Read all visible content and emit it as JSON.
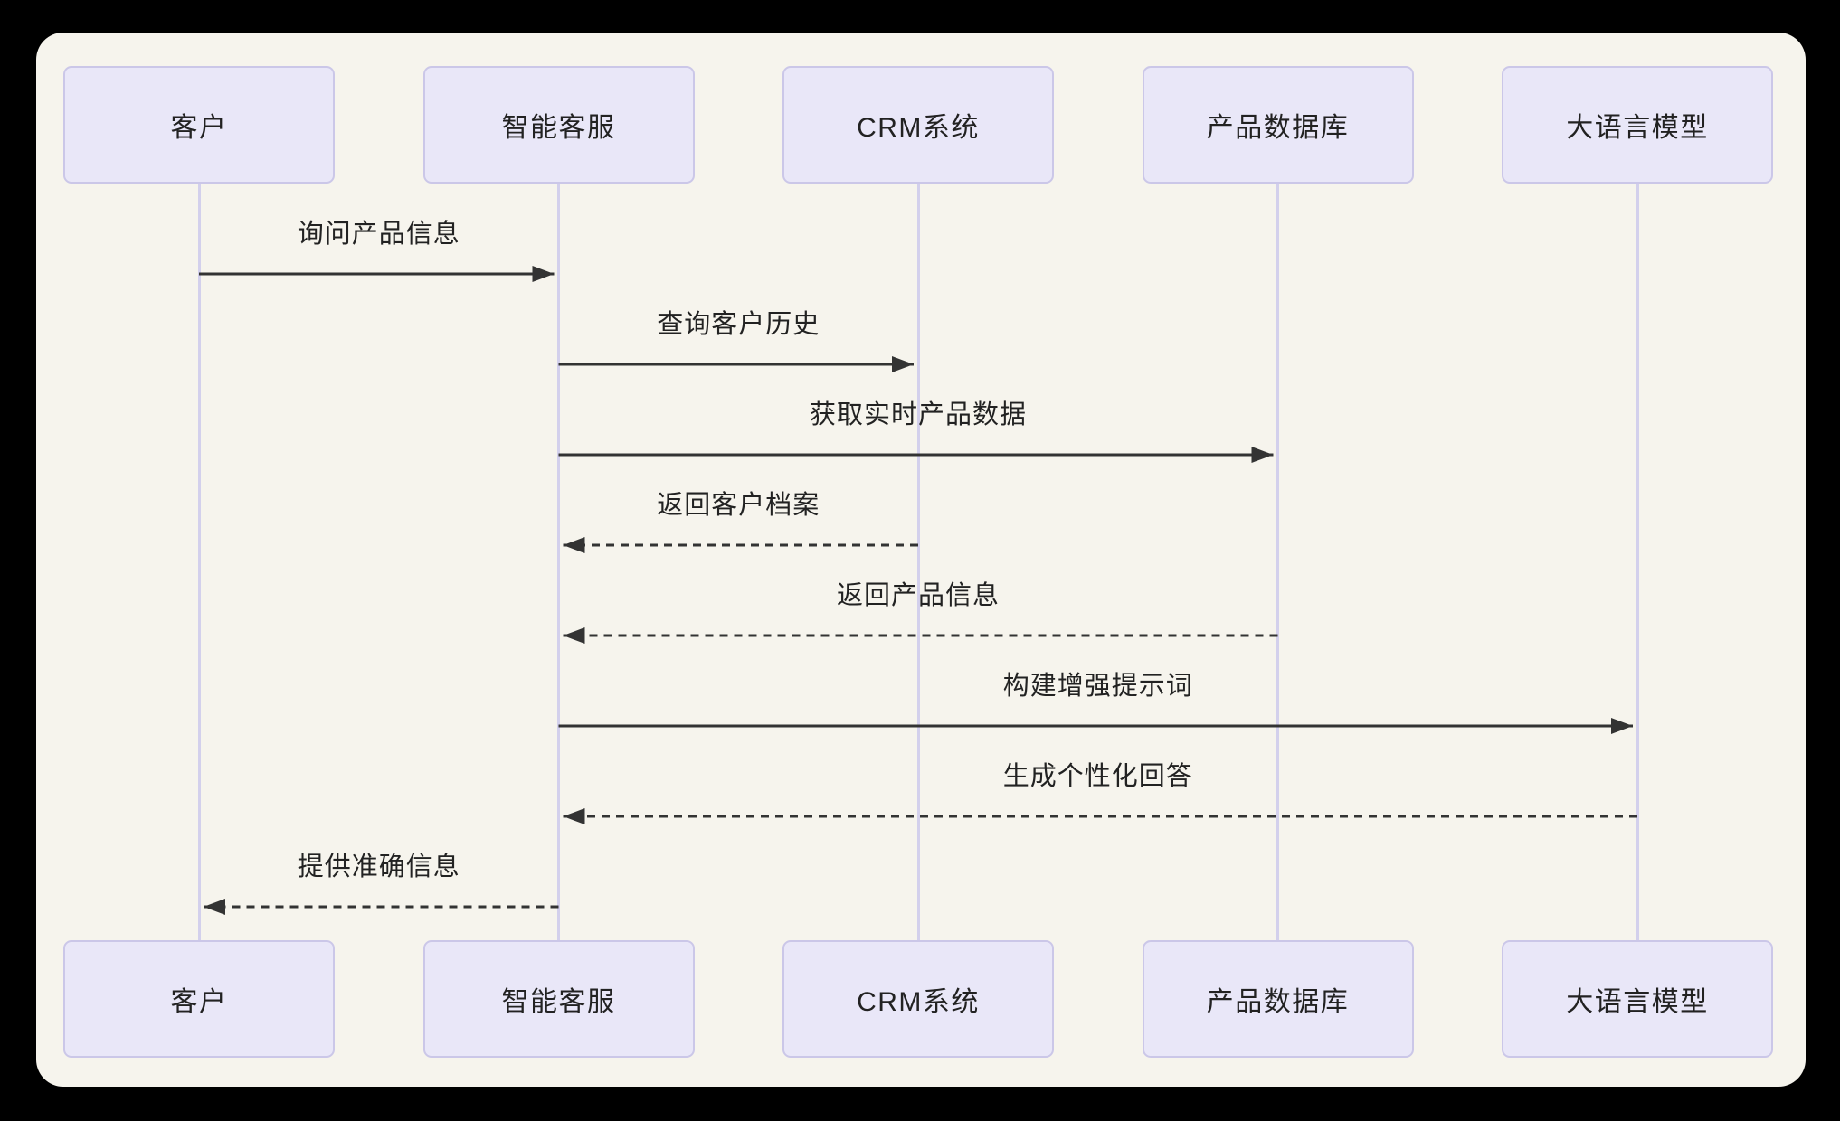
{
  "diagram": {
    "kind": "sequence-diagram",
    "actors": [
      {
        "id": "customer",
        "label": "客户"
      },
      {
        "id": "ai-agent",
        "label": "智能客服"
      },
      {
        "id": "crm-system",
        "label": "CRM系统"
      },
      {
        "id": "product-db",
        "label": "产品数据库"
      },
      {
        "id": "llm",
        "label": "大语言模型"
      }
    ],
    "messages": [
      {
        "text": "询问产品信息",
        "from": 0,
        "to": 1,
        "line": "solid"
      },
      {
        "text": "查询客户历史",
        "from": 1,
        "to": 2,
        "line": "solid"
      },
      {
        "text": "获取实时产品数据",
        "from": 1,
        "to": 3,
        "line": "solid"
      },
      {
        "text": "返回客户档案",
        "from": 2,
        "to": 1,
        "line": "dashed"
      },
      {
        "text": "返回产品信息",
        "from": 3,
        "to": 1,
        "line": "dashed"
      },
      {
        "text": "构建增强提示词",
        "from": 1,
        "to": 4,
        "line": "solid"
      },
      {
        "text": "生成个性化回答",
        "from": 4,
        "to": 1,
        "line": "dashed"
      },
      {
        "text": "提供准确信息",
        "from": 1,
        "to": 0,
        "line": "dashed"
      }
    ],
    "colors": {
      "canvas": "#000000",
      "panel": "#F6F4ED",
      "actor_fill": "#E9E7F8",
      "actor_border": "#CBC7E8",
      "lifeline": "#D3D0EC",
      "arrow": "#333333",
      "text": "#222222"
    }
  }
}
